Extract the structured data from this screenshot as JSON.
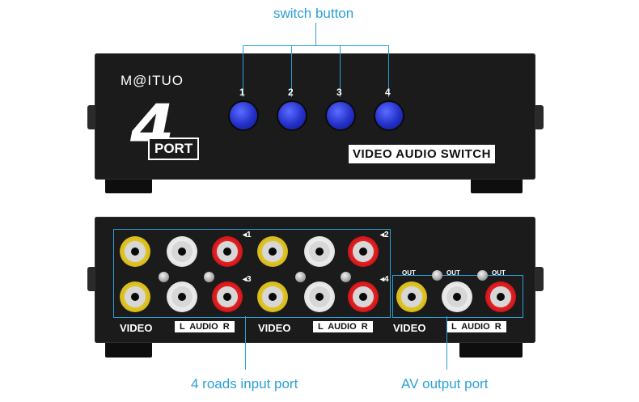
{
  "callouts": {
    "switch_button": "switch button",
    "input_port": "4 roads input port",
    "output_port": "AV output port"
  },
  "front": {
    "brand": "M@ITUO",
    "port_number": "4",
    "port_word": "PORT",
    "plate": "VIDEO AUDIO SWITCH",
    "buttons": [
      "1",
      "2",
      "3",
      "4"
    ]
  },
  "back": {
    "channel_markers": [
      "◂1",
      "◂2",
      "◂3",
      "◂4"
    ],
    "out_labels": [
      "OUT",
      "OUT",
      "OUT"
    ],
    "video_label": "VIDEO",
    "audio_label": "L  AUDIO  R"
  },
  "colors": {
    "callout": "#2aa0d8",
    "body": "#1b1b1b",
    "button": "#2430c8",
    "video_jack": "#e8cf2a",
    "left_audio_jack": "#eeeeee",
    "right_audio_jack": "#d4141a"
  }
}
